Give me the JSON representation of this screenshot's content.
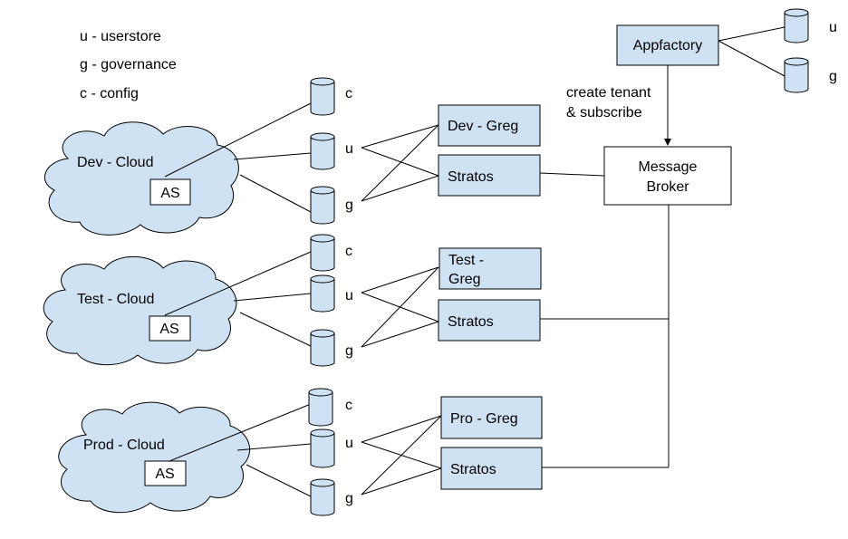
{
  "legend": [
    "u - userstore",
    "g - governance",
    "c - config"
  ],
  "appfactory": "Appfactory",
  "appfactory_stores": [
    "u",
    "g"
  ],
  "edge_label": [
    "create tenant",
    "& subscribe"
  ],
  "message_broker": [
    "Message",
    "Broker"
  ],
  "clouds": [
    {
      "name": "Dev - Cloud",
      "as": "AS",
      "stores": [
        "c",
        "u",
        "g"
      ],
      "greg": [
        "Dev - Greg"
      ],
      "stratos": "Stratos"
    },
    {
      "name": "Test - Cloud",
      "as": "AS",
      "stores": [
        "c",
        "u",
        "g"
      ],
      "greg": [
        "Test -",
        "Greg"
      ],
      "stratos": "Stratos"
    },
    {
      "name": "Prod - Cloud",
      "as": "AS",
      "stores": [
        "c",
        "u",
        "g"
      ],
      "greg": [
        "Pro - Greg"
      ],
      "stratos": "Stratos"
    }
  ],
  "colors": {
    "fill": "#cfe2f3",
    "stroke": "#000000"
  }
}
